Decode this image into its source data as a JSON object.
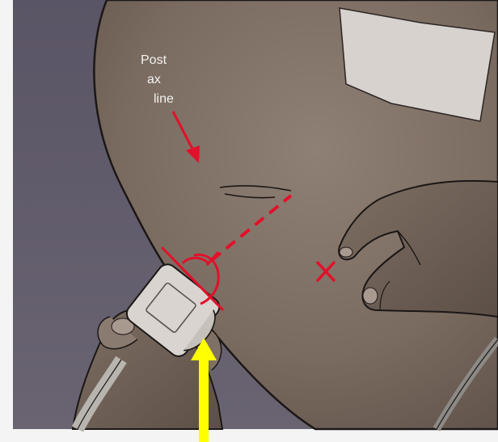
{
  "annotation": {
    "label_line1": "Post",
    "label_line2": "ax",
    "label_line3": "line"
  },
  "colors": {
    "background_wall": "#5e5a68",
    "skin": "#7c6d62",
    "skin_light": "#8e7f73",
    "skin_dark": "#5a4e46",
    "outline": "#1b1716",
    "marker_red": "#e2102a",
    "arrow_yellow": "#ffff00",
    "probe": "#d9d4cf",
    "gauze": "#d8d2cf"
  },
  "icons": {
    "probe": "ultrasound-probe-icon",
    "cross_mark": "x-mark-icon"
  }
}
